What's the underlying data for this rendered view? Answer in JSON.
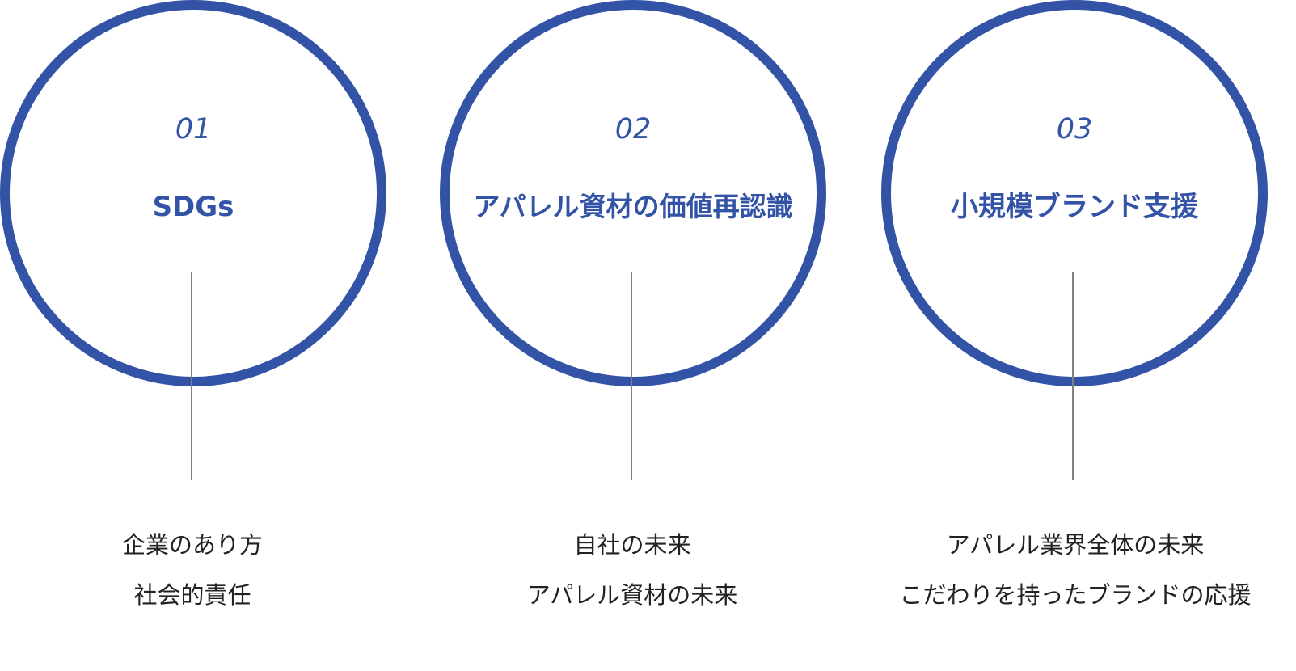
{
  "theme": {
    "accent": "#3353a6",
    "line": "#808080",
    "text": "#222222"
  },
  "items": [
    {
      "number": "01",
      "title": "SDGs",
      "lines": [
        "企業のあり方",
        "社会的責任"
      ]
    },
    {
      "number": "02",
      "title": "アパレル資材の価値再認識",
      "lines": [
        "自社の未来",
        "アパレル資材の未来"
      ]
    },
    {
      "number": "03",
      "title": "小規模ブランド支援",
      "lines": [
        "アパレル業界全体の未来",
        "こだわりを持ったブランドの応援"
      ]
    }
  ]
}
